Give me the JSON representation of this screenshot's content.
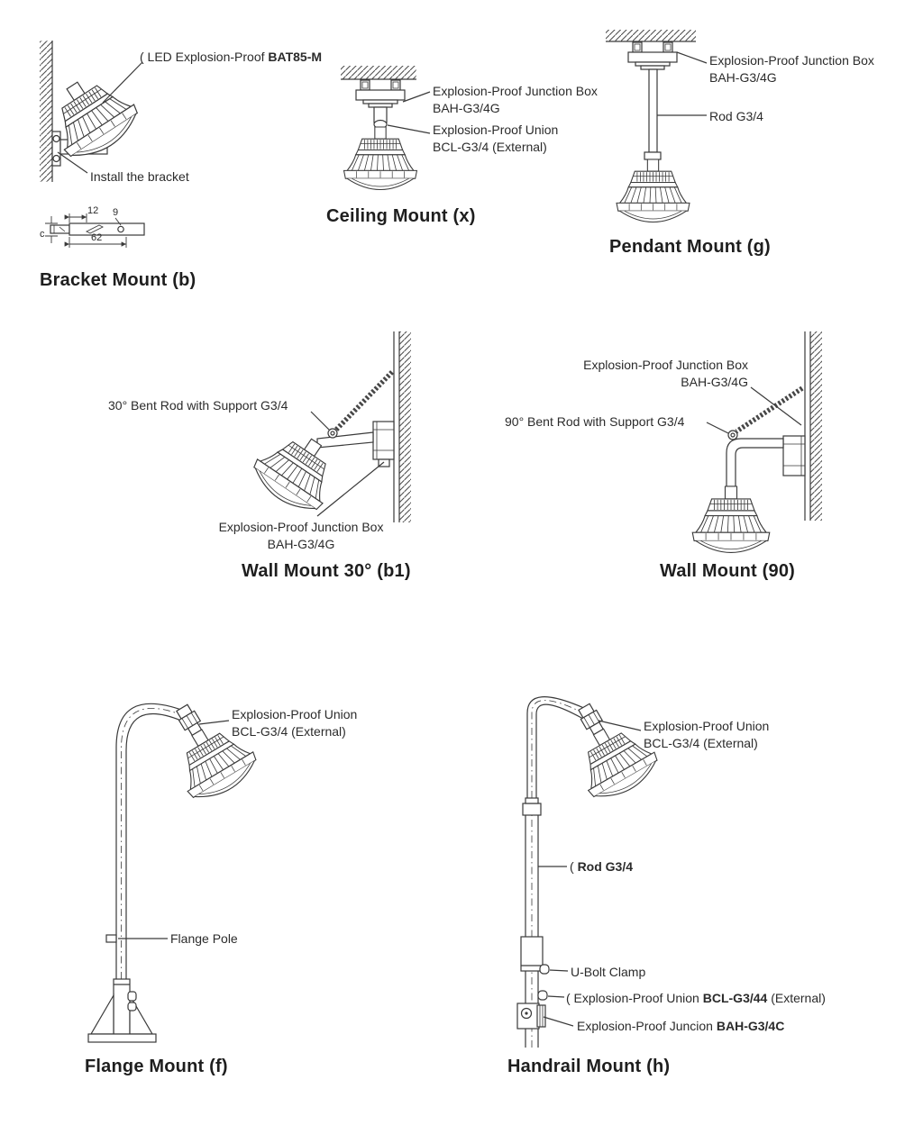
{
  "colors": {
    "ink": "#2b2b2b",
    "line": "#3a3a3a",
    "background": "#ffffff"
  },
  "figures": {
    "bracket": {
      "title": "Bracket Mount (b)",
      "led_prefix": "( LED Explosion-Proof ",
      "led_model": "BAT85-M",
      "install": "Install the bracket",
      "dim_top": "12",
      "dim_hole": "9",
      "dim_bottom": "62",
      "dim_left": "c"
    },
    "ceiling": {
      "title": "Ceiling Mount (x)",
      "junction_line1": "Explosion-Proof Junction Box",
      "junction_line2": "BAH-G3/4G",
      "union_line1": "Explosion-Proof Union",
      "union_line2": "BCL-G3/4 (External)"
    },
    "pendant": {
      "title": "Pendant Mount (g)",
      "junction_line1": "Explosion-Proof Junction Box",
      "junction_line2": "BAH-G3/4G",
      "rod": "Rod G3/4"
    },
    "wall30": {
      "title": "Wall Mount 30° (b1)",
      "bent_rod": "30° Bent Rod with Support G3/4",
      "junction_line1": "Explosion-Proof Junction Box",
      "junction_line2": "BAH-G3/4G"
    },
    "wall90": {
      "title": "Wall Mount (90)",
      "junction_line1": "Explosion-Proof Junction Box",
      "junction_line2": "BAH-G3/4G",
      "bent_rod": "90° Bent Rod with Support G3/4"
    },
    "flange": {
      "title": "Flange Mount (f)",
      "union_line1": "Explosion-Proof Union",
      "union_line2": "BCL-G3/4 (External)",
      "pole": "Flange Pole"
    },
    "handrail": {
      "title": "Handrail Mount (h)",
      "union_line1": "Explosion-Proof Union",
      "union_line2": "BCL-G3/4 (External)",
      "rod_prefix": "( ",
      "rod": "Rod G3/4",
      "ubolt": "U-Bolt Clamp",
      "union2_prefix": "( Explosion-Proof Union ",
      "union2_model": "BCL-G3/44",
      "union2_suffix": " (External)",
      "junction_prefix": "Explosion-Proof Juncion ",
      "junction_model": "BAH-G3/4C"
    }
  }
}
